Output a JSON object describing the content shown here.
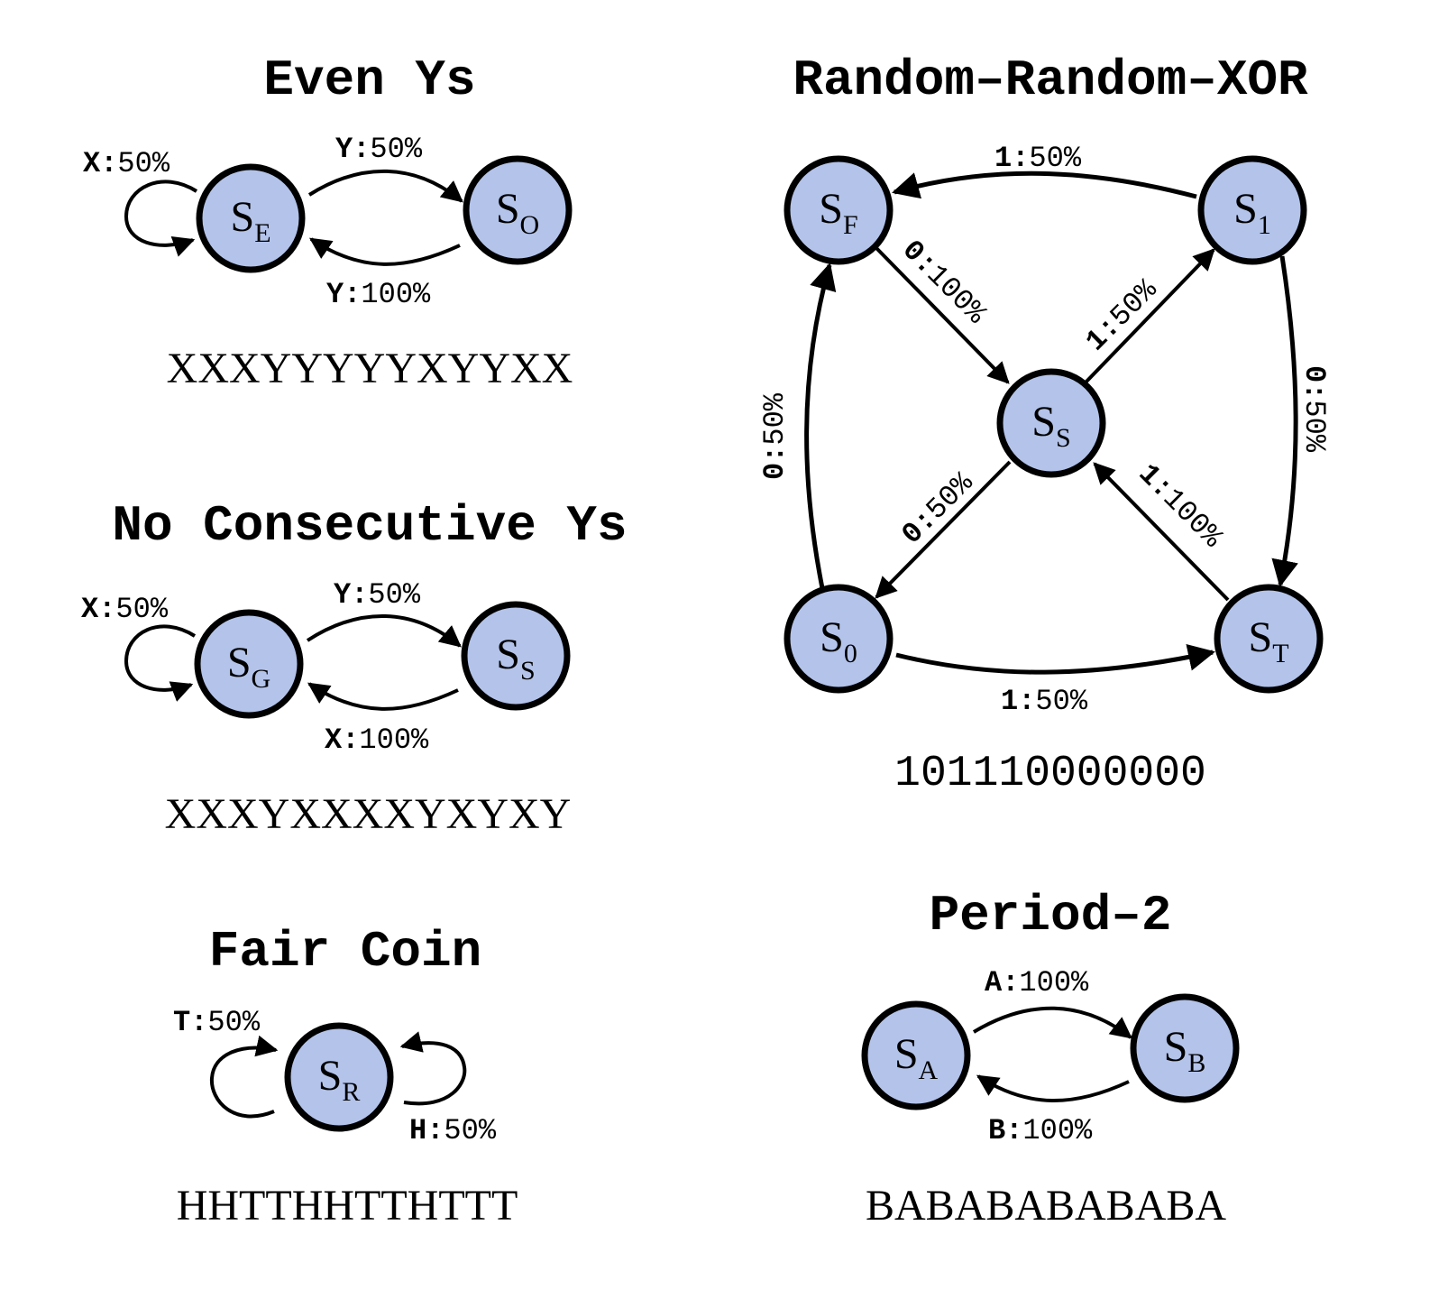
{
  "titles": {
    "even_ys": "Even Ys",
    "no_consecutive_ys": "No Consecutive Ys",
    "fair_coin": "Fair Coin",
    "random_random_xor": "Random–Random–XOR",
    "period_2": "Period–2"
  },
  "state_letter": "S",
  "states": {
    "E": "E",
    "O": "O",
    "G": "G",
    "S_nc": "S",
    "R": "R",
    "F": "F",
    "one": "1",
    "S_rrx": "S",
    "zero": "0",
    "T": "T",
    "A": "A",
    "B": "B"
  },
  "labels": {
    "even_x50_sym": "X:",
    "even_x50_pct": "50%",
    "even_y50_sym": "Y:",
    "even_y50_pct": "50%",
    "even_y100_sym": "Y:",
    "even_y100_pct": "100%",
    "nc_x50_sym": "X:",
    "nc_x50_pct": "50%",
    "nc_y50_sym": "Y:",
    "nc_y50_pct": "50%",
    "nc_x100_sym": "X:",
    "nc_x100_pct": "100%",
    "fc_t50_sym": "T:",
    "fc_t50_pct": "50%",
    "fc_h50_sym": "H:",
    "fc_h50_pct": "50%",
    "rrx_top_sym": "1:",
    "rrx_top_pct": "50%",
    "rrx_fs_sym": "0:",
    "rrx_fs_pct": "100%",
    "rrx_s1_sym": "1:",
    "rrx_s1_pct": "50%",
    "rrx_1t_sym": "0:",
    "rrx_1t_pct": "50%",
    "rrx_0f_sym": "0:",
    "rrx_0f_pct": "50%",
    "rrx_s0_sym": "0:",
    "rrx_s0_pct": "50%",
    "rrx_ts_sym": "1:",
    "rrx_ts_pct": "100%",
    "rrx_bot_sym": "1:",
    "rrx_bot_pct": "50%",
    "p2_a_sym": "A:",
    "p2_a_pct": "100%",
    "p2_b_sym": "B:",
    "p2_b_pct": "100%"
  },
  "sequences": {
    "even_ys": "XXXYYYYYXYYXX",
    "no_consecutive_ys": "XXXYXXXXYXYXY",
    "fair_coin": "HHTTHHTTHTTT",
    "random_random_xor": "101110000000",
    "period_2": "BABABABABABA"
  },
  "colors": {
    "state_fill": "#b3c3ea",
    "stroke": "#000000",
    "background": "#ffffff"
  }
}
